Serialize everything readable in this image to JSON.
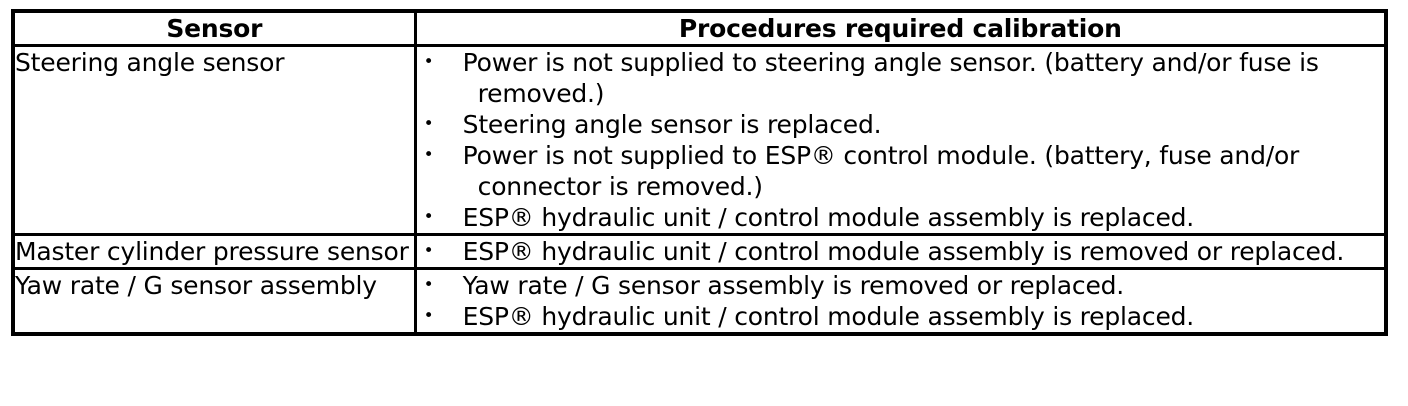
{
  "table": {
    "columns": [
      {
        "key": "sensor",
        "header": "Sensor"
      },
      {
        "key": "procedures",
        "header": "Procedures required calibration"
      }
    ],
    "bullet_glyph": "•",
    "rows": [
      {
        "sensor": "Steering angle sensor",
        "procedures": [
          "Power is not supplied to steering angle sensor. (battery and/or fuse is removed.)",
          "Steering angle sensor is replaced.",
          "Power is not supplied to ESP® control module. (battery, fuse and/or connector is removed.)",
          "ESP® hydraulic unit / control module assembly is replaced."
        ]
      },
      {
        "sensor": "Master cylinder pressure sensor",
        "procedures": [
          "ESP® hydraulic unit / control module assembly is removed or replaced."
        ]
      },
      {
        "sensor": "Yaw rate / G sensor assembly",
        "procedures": [
          "Yaw rate / G sensor assembly is removed or replaced.",
          "ESP® hydraulic unit / control module assembly is replaced."
        ]
      }
    ]
  },
  "colors": {
    "border": "#000000",
    "text": "#000000",
    "background": "#ffffff"
  }
}
